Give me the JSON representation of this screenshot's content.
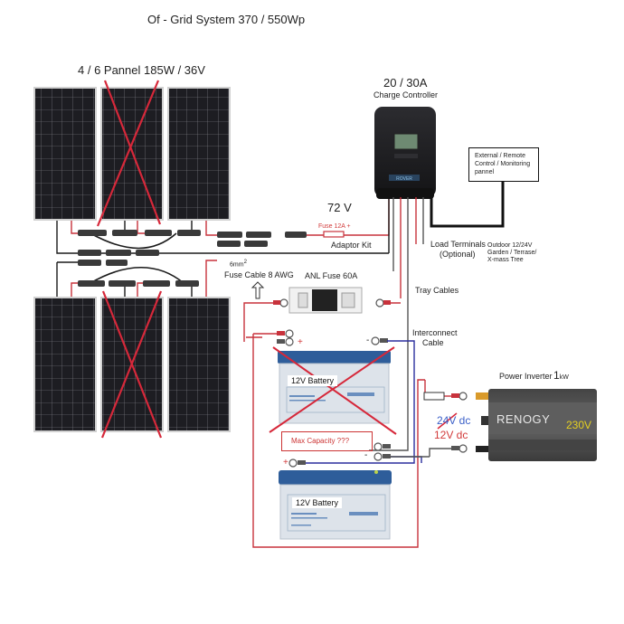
{
  "title": "Of - Grid System 370 / 550Wp",
  "solar_array": {
    "label": "4 / 6 Pannel 185W / 36V",
    "panels": [
      {
        "row": "top",
        "position": "left",
        "crossed_out": false
      },
      {
        "row": "top",
        "position": "center",
        "crossed_out": true
      },
      {
        "row": "top",
        "position": "right",
        "crossed_out": false
      },
      {
        "row": "bottom",
        "position": "left",
        "crossed_out": false
      },
      {
        "row": "bottom",
        "position": "center",
        "crossed_out": true
      },
      {
        "row": "bottom",
        "position": "right",
        "crossed_out": false
      }
    ]
  },
  "charge_controller": {
    "rating": "20 / 30A",
    "label": "Charge Controller",
    "brand_text": "ROVER"
  },
  "remote_panel": {
    "label": "External / Remote Control / Monitoring pannel"
  },
  "pv_line": {
    "voltage": "72 V",
    "fuse_label": "Fuse 12A +",
    "adaptor_label": "Adaptor Kit"
  },
  "load_terminals": {
    "label_line1": "Load Terminals",
    "label_line2": "(Optional)",
    "note": "Outdoor 12/24V\nGarden / Terrase/\nX-mass Tree"
  },
  "fuse_cable": {
    "cross_section": "6mm",
    "cross_section_exp": "2",
    "label": "Fuse Cable 8 AWG"
  },
  "anl_fuse": {
    "label": "ANL Fuse 60A"
  },
  "tray_cables": {
    "label": "Tray Cables"
  },
  "interconnect": {
    "line1": "Interconnect",
    "line2": "Cable"
  },
  "batteries": [
    {
      "label": "12V Battery",
      "crossed_out": true,
      "plus": "+",
      "minus": "-"
    },
    {
      "label": "12V Battery",
      "crossed_out": false,
      "plus": "+",
      "minus": "-"
    }
  ],
  "max_capacity": {
    "label": "Max Capacity  ???"
  },
  "inverter": {
    "label": "Power Inverter",
    "power_value": "1",
    "power_unit": "kW",
    "brand": "RENOGY",
    "output_voltage": "230V",
    "input_old": "24V dc",
    "input_new": "12V dc"
  },
  "colors": {
    "positive_wire": "#c8323c",
    "negative_wire": "#1a1a1a",
    "interconnect_wire": "#2b2f9e",
    "cross_out": "#d6283a",
    "panel_dark": "#1d1d22",
    "battery_lid": "#2e5d9a",
    "battery_body": "#dde3ea",
    "inverter_body": "#5b5b5b",
    "inverter_accent": "#e5d021"
  }
}
